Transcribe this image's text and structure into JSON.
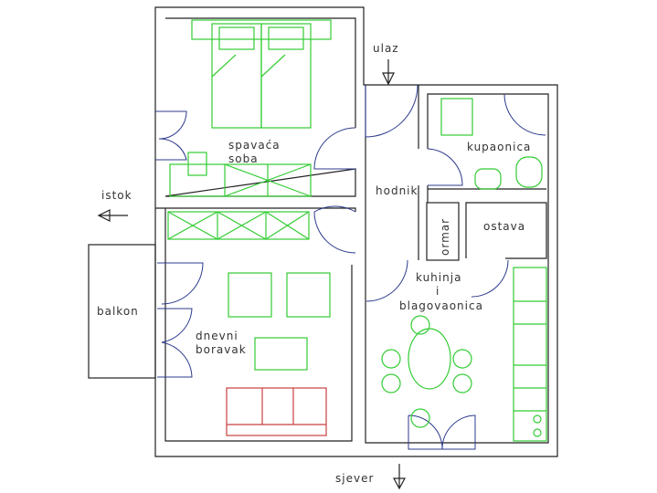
{
  "title": "Floor plan",
  "rooms": {
    "bedroom_line1": "spavaća",
    "bedroom_line2": "soba",
    "bathroom": "kupaonica",
    "hallway": "hodnik",
    "closet": "ormar",
    "storage": "ostava",
    "kitchen_line1": "kuhinja",
    "kitchen_line2": "i",
    "kitchen_line3": "blagovaonica",
    "balcony": "balkon",
    "living_line1": "dnevni",
    "living_line2": "boravak"
  },
  "directions": {
    "entrance": "ulaz",
    "east": "istok",
    "north": "sjever"
  },
  "colors": {
    "walls": "#222222",
    "furniture": "#33cc33",
    "doors": "#2d3a8c",
    "sofa": "#c84040"
  }
}
